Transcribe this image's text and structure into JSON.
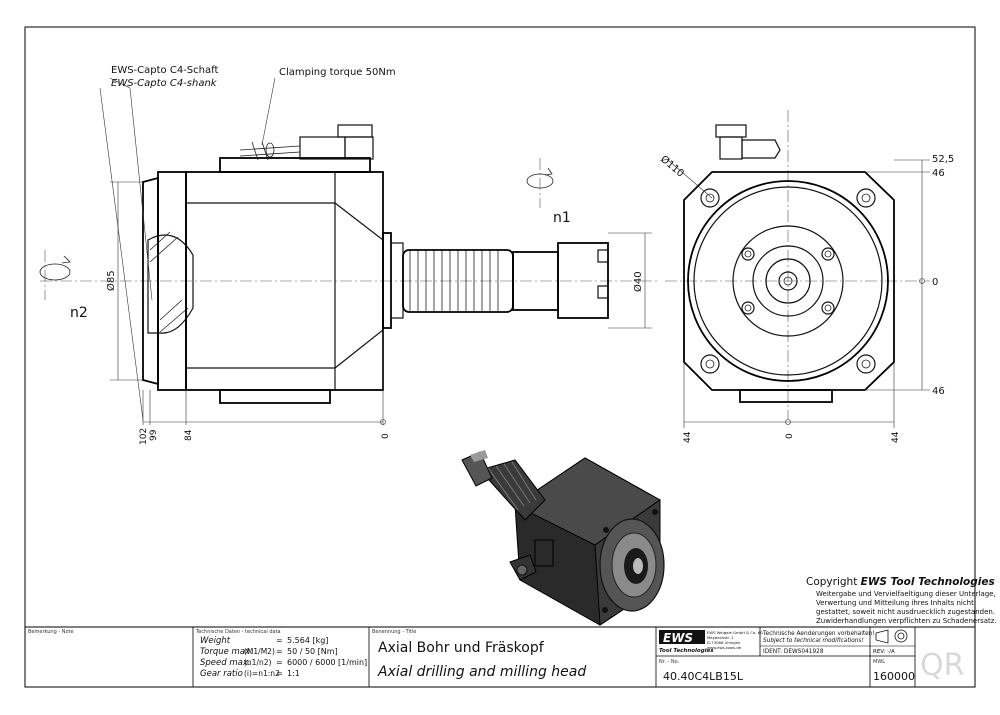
{
  "labels": {
    "shank_de": "EWS-Capto C4-Schaft",
    "shank_en": "EWS-Capto C4-shank",
    "clamping": "Clamping torque 50Nm",
    "n1": "n1",
    "n2": "n2"
  },
  "dimensions": {
    "d85": "Ø85",
    "d40": "Ø40",
    "d110": "Ø110",
    "d102": "102",
    "d99": "99",
    "d84": "84",
    "d0_side": "0",
    "d52_5": "52,5",
    "d46_top": "46",
    "d0_right": "0",
    "d46_bottom": "46",
    "d44_left": "44",
    "d0_bottom": "0",
    "d44_right": "44"
  },
  "copyright": {
    "title_prefix": "Copyright ",
    "title_brand": "EWS Tool Technologies",
    "lines": [
      "Weitergabe und Vervielfaeltigung dieser Unterlage,",
      "Verwertung und Mitteilung ihres Inhalts nicht",
      "gestattet, soweit nicht ausdruecklich zugestanden.",
      "Zuwiderhandlungen verpflichten zu Schadenersatz."
    ]
  },
  "title_block": {
    "note_label": "Bemerkung - Note",
    "tech_label": "Technische Daten - technical data",
    "rows": [
      {
        "name": "Weight",
        "sym": "",
        "eq": "=",
        "val": "5.564 [kg]"
      },
      {
        "name": "Torque max.",
        "sym": "(M1/M2)",
        "eq": "=",
        "val": "50 / 50 [Nm]"
      },
      {
        "name": "Speed max.",
        "sym": "(n1/n2)",
        "eq": "=",
        "val": "6000 / 6000 [1/min]"
      },
      {
        "name": "Gear ratio",
        "sym": "(i)=n1:n2",
        "eq": "=",
        "val": "1:1"
      }
    ],
    "title_label": "Benennung - Title",
    "title_de": "Axial Bohr und Fräskopf",
    "title_en": "Axial drilling and milling head",
    "logo": "EWS",
    "logo_sub": "Tool Technologies",
    "company": [
      "EWS Weigele GmbH & Co. KG",
      "Maybachstr. 1",
      "D-73066 Uhingen",
      "www.ews-tools.de"
    ],
    "changes_de": "Technische Aenderungen vorbehalten!",
    "changes_en": "Subject to technical modifications!",
    "ident": "IDENT: DEWS041928",
    "rev": "REV: -/A",
    "nr_label": "Nr. - No.",
    "part_no": "40.40C4LB15L",
    "mwl_label": "MWL",
    "mwl": "160000",
    "qr": "QR"
  }
}
